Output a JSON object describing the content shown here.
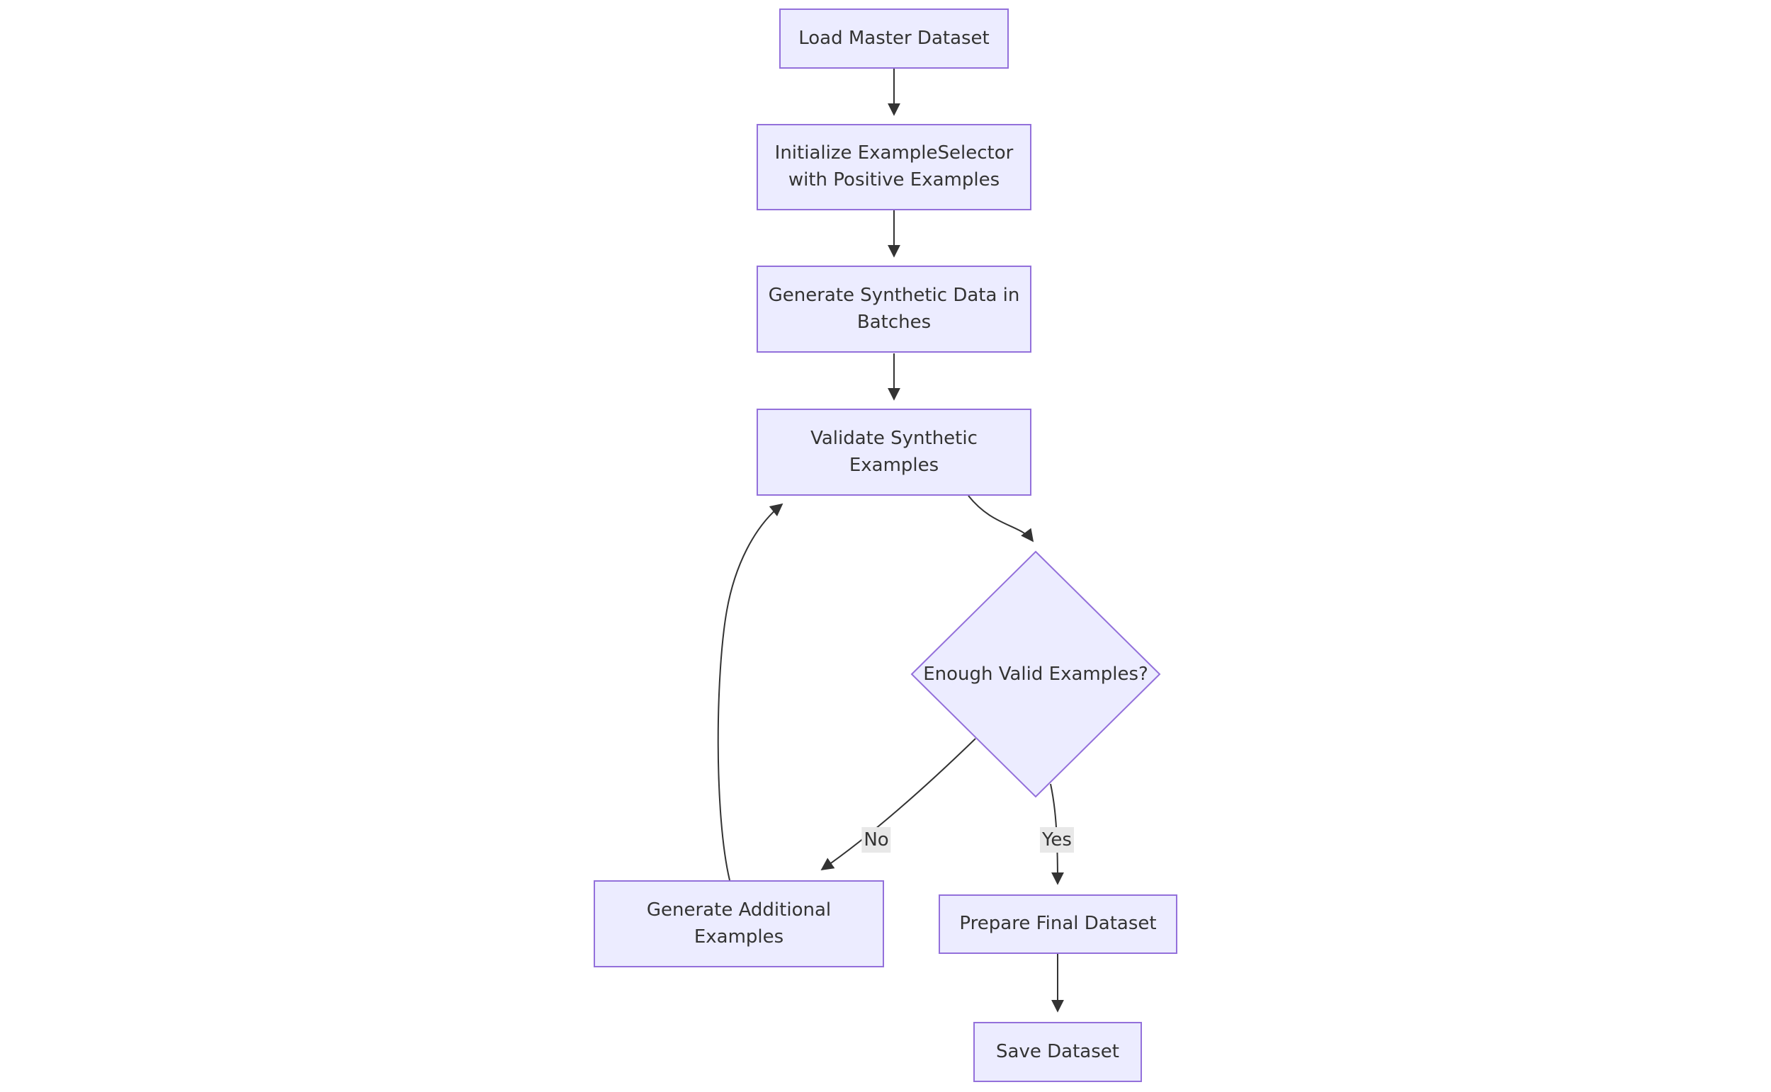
{
  "diagram": {
    "type": "flowchart",
    "direction": "top-down",
    "nodes": {
      "load": {
        "shape": "rect",
        "line1": "Load Master Dataset"
      },
      "init": {
        "shape": "rect",
        "line1": "Initialize ExampleSelector",
        "line2": "with Positive Examples"
      },
      "generate": {
        "shape": "rect",
        "line1": "Generate Synthetic Data in",
        "line2": "Batches"
      },
      "validate": {
        "shape": "rect",
        "line1": "Validate Synthetic",
        "line2": "Examples"
      },
      "decision": {
        "shape": "diamond",
        "line1": "Enough Valid Examples?"
      },
      "additional": {
        "shape": "rect",
        "line1": "Generate Additional",
        "line2": "Examples"
      },
      "prepare": {
        "shape": "rect",
        "line1": "Prepare Final Dataset"
      },
      "save": {
        "shape": "rect",
        "line1": "Save Dataset"
      }
    },
    "edges": {
      "no_label": "No",
      "yes_label": "Yes",
      "list": [
        {
          "from": "Load Master Dataset",
          "to": "Initialize ExampleSelector with Positive Examples",
          "label": ""
        },
        {
          "from": "Initialize ExampleSelector with Positive Examples",
          "to": "Generate Synthetic Data in Batches",
          "label": ""
        },
        {
          "from": "Generate Synthetic Data in Batches",
          "to": "Validate Synthetic Examples",
          "label": ""
        },
        {
          "from": "Validate Synthetic Examples",
          "to": "Enough Valid Examples?",
          "label": ""
        },
        {
          "from": "Enough Valid Examples?",
          "to": "Generate Additional Examples",
          "label": "No"
        },
        {
          "from": "Enough Valid Examples?",
          "to": "Prepare Final Dataset",
          "label": "Yes"
        },
        {
          "from": "Generate Additional Examples",
          "to": "Validate Synthetic Examples",
          "label": ""
        },
        {
          "from": "Prepare Final Dataset",
          "to": "Save Dataset",
          "label": ""
        }
      ]
    },
    "colors": {
      "node_fill": "#ECECFF",
      "node_border": "#9370DB",
      "edge_line": "#333333",
      "text": "#333333",
      "edge_label_bg": "#e8e8e8",
      "background": "#ffffff"
    }
  }
}
